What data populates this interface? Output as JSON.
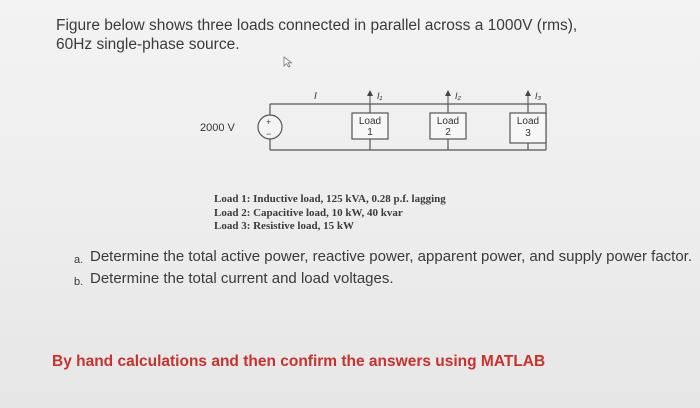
{
  "intro": {
    "line1": "Figure below shows three loads connected in parallel across a 1000V (rms),",
    "line2": "60Hz single-phase source."
  },
  "circuit": {
    "source_label": "2000 V",
    "source_plus": "+",
    "source_minus": "−",
    "total_current_label": "I",
    "loads": [
      {
        "current": "I₁",
        "name": "Load",
        "number": "1"
      },
      {
        "current": "I₂",
        "name": "Load",
        "number": "2"
      },
      {
        "current": "I₃",
        "name": "Load",
        "number": "3"
      }
    ]
  },
  "load_descriptions": [
    "Load 1: Inductive load, 125 kVA, 0.28 p.f. lagging",
    "Load 2: Capacitive load, 10 kW, 40 kvar",
    "Load 3: Resistive load, 15 kW"
  ],
  "questions": [
    {
      "marker": "a.",
      "text": "Determine the total active power, reactive power, apparent power, and supply power factor."
    },
    {
      "marker": "b.",
      "text": "Determine the total current and load voltages."
    }
  ],
  "footer": "By hand calculations and then confirm the answers using MATLAB"
}
